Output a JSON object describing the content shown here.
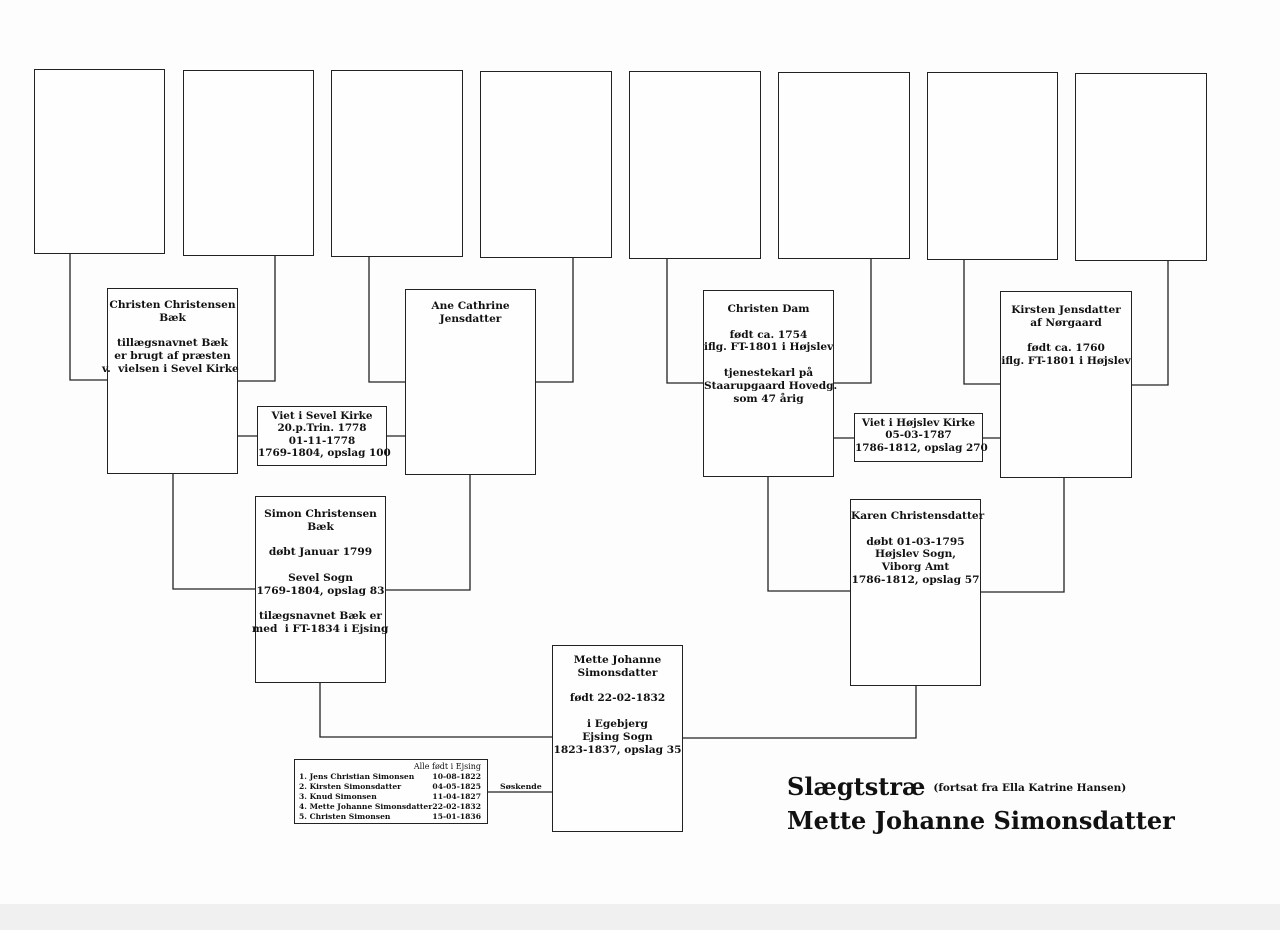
{
  "top_row": [
    "",
    "",
    "",
    "",
    "",
    "",
    "",
    ""
  ],
  "persons": {
    "christen_baek": [
      "Christen Christensen",
      "Bæk",
      "",
      "tillægsnavnet Bæk",
      "er brugt af præsten",
      "v.  vielsen i Sevel Kirke"
    ],
    "ane_cathrine": [
      "Ane Cathrine",
      "Jensdatter"
    ],
    "christen_dam": [
      "Christen Dam",
      "",
      "født ca. 1754",
      "iflg. FT-1801 i Højslev",
      "",
      "tjenestekarl på",
      "Staarupgaard Hovedg.",
      "som 47 årig"
    ],
    "kirsten": [
      "Kirsten Jensdatter",
      "af Nørgaard",
      "",
      "født ca. 1760",
      "iflg. FT-1801 i Højslev"
    ],
    "simon": [
      "Simon Christensen",
      "Bæk",
      "",
      "døbt Januar 1799",
      "",
      "Sevel Sogn",
      "1769-1804, opslag 83",
      "",
      "tilægsnavnet Bæk er",
      "med  i FT-1834 i Ejsing"
    ],
    "karen": [
      "Karen Christensdatter",
      "",
      "døbt 01-03-1795",
      "Højslev Sogn,",
      "Viborg Amt",
      "1786-1812, opslag 57"
    ],
    "mette": [
      "Mette Johanne",
      "Simonsdatter",
      "",
      "født 22-02-1832",
      "",
      "i Egebjerg",
      "Ejsing Sogn",
      "1823-1837, opslag 35"
    ]
  },
  "marriages": {
    "sevel": [
      "Viet i Sevel Kirke",
      "20.p.Trin. 1778",
      "01-11-1778",
      "1769-1804, opslag 100"
    ],
    "hojslev": [
      "Viet i Højslev Kirke",
      "05-03-1787",
      "1786-1812, opslag 270"
    ]
  },
  "siblings": {
    "header": "Alle født i Ejsing",
    "rows": [
      {
        "name": "1. Jens Christian Simonsen",
        "date": "10-08-1822"
      },
      {
        "name": "2. Kirsten Simonsdatter",
        "date": "04-05-1825"
      },
      {
        "name": "3. Knud Simonsen",
        "date": "11-04-1827"
      },
      {
        "name": "4. Mette Johanne Simonsdatter",
        "date": "22-02-1832"
      },
      {
        "name": "5. Christen Simonsen",
        "date": "15-01-1836"
      }
    ],
    "link_label": "Søskende"
  },
  "title": {
    "line1": "Slægtstræ",
    "note": "(fortsat fra Ella Katrine Hansen)",
    "line2": "Mette Johanne Simonsdatter"
  }
}
